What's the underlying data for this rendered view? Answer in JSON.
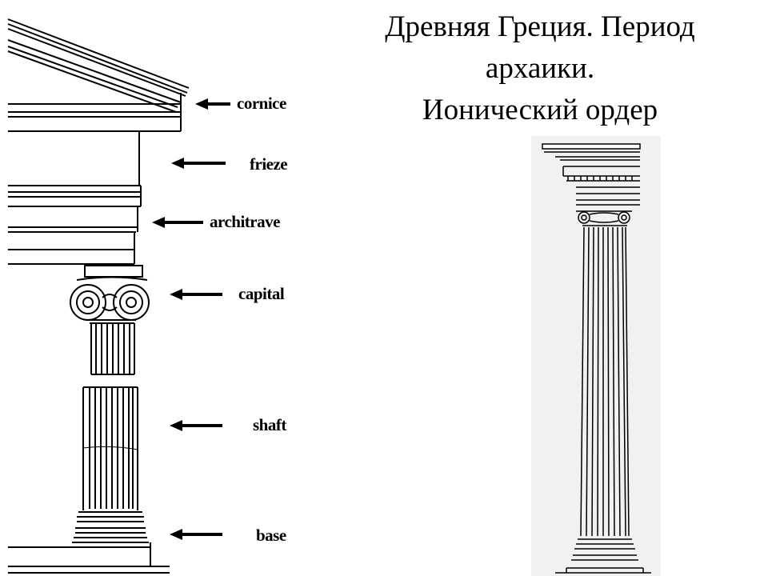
{
  "title": {
    "line1": "Древняя Греция. Период",
    "line2": "архаики.",
    "line3": "Ионический ордер"
  },
  "labels": {
    "cornice": "cornice",
    "frieze": "frieze",
    "architrave": "architrave",
    "capital": "capital",
    "shaft": "shaft",
    "base": "base"
  }
}
